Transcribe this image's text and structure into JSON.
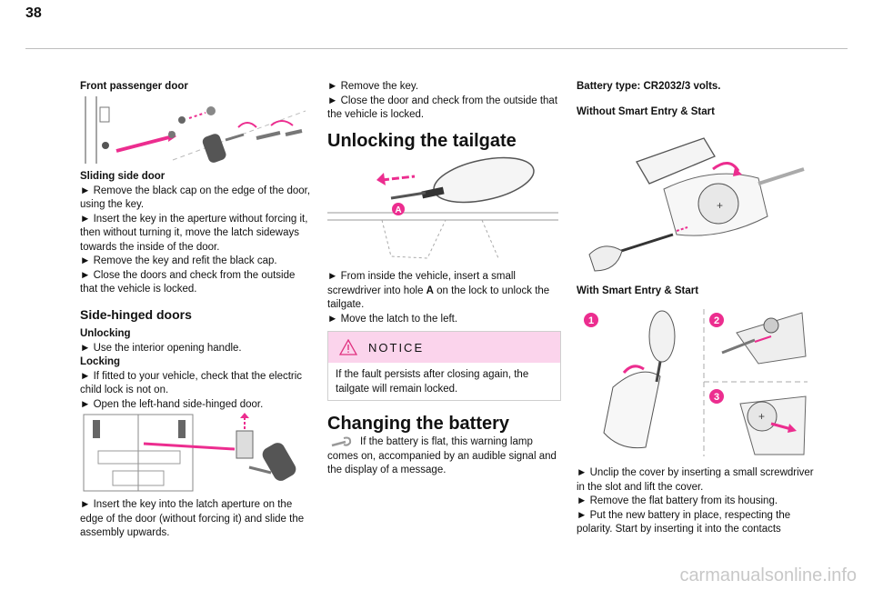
{
  "page_number": "38",
  "col1": {
    "front_door_title": "Front passenger door",
    "sliding_door": {
      "title": "Sliding side door",
      "steps": [
        "► Remove the black cap on the edge of the door, using the key.",
        "► Insert the key in the aperture without forcing it, then without turning it, move the latch sideways towards the inside of the door.",
        "► Remove the key and refit the black cap.",
        "► Close the doors and check from the outside that the vehicle is locked."
      ]
    },
    "side_hinged": {
      "title": "Side-hinged doors",
      "unlocking_label": "Unlocking",
      "unlocking_step": "► Use the interior opening handle.",
      "locking_label": "Locking",
      "locking_steps": [
        "► If fitted to your vehicle, check that the electric child lock is not on.",
        "► Open the left-hand side-hinged door."
      ]
    },
    "final_step": "► Insert the key into the latch aperture on the edge of the door (without forcing it) and slide the assembly upwards."
  },
  "col2": {
    "steps_top": [
      "► Remove the key.",
      "► Close the door and check from the outside that the vehicle is locked."
    ],
    "tailgate_title": "Unlocking the tailgate",
    "fig_label_a": "A",
    "tailgate_steps": [
      "► From inside the vehicle, insert a small screwdriver into hole ",
      "A",
      " on the lock to unlock the tailgate.",
      "► Move the latch to the left."
    ],
    "notice": {
      "title": "NOTICE",
      "text": "If the fault persists after closing again, the tailgate will remain locked."
    },
    "battery_title": "Changing the battery",
    "battery_text": "If the battery is flat, this warning lamp comes on, accompanied by an audible signal and the display of a message."
  },
  "col3": {
    "battery_type": "Battery type: CR2032/3 volts.",
    "without_smart": "Without Smart Entry & Start",
    "with_smart": "With Smart Entry & Start",
    "badges": [
      "1",
      "2",
      "3"
    ],
    "steps": [
      "► Unclip the cover by inserting a small screwdriver in the slot and lift the cover.",
      "► Remove the flat battery from its housing.",
      "► Put the new battery in place, respecting the polarity. Start by inserting it into the contacts"
    ]
  },
  "watermark": "carmanualsonline.info",
  "colors": {
    "accent": "#ec2d8f",
    "notice_bg": "#fbd4ec"
  }
}
